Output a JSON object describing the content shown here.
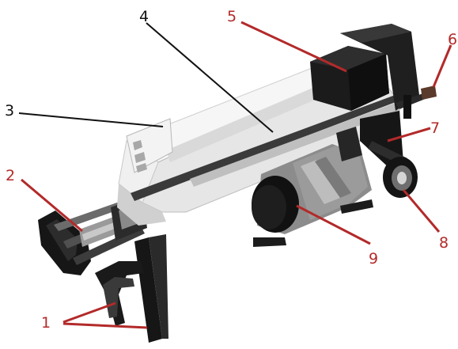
{
  "colors": {
    "red_label": "#b32a2a",
    "black_label": "#111111",
    "body_white": "#eeeeee",
    "machine_dark": "#141414",
    "metal_gray": "#8d8d8d"
  },
  "callouts": [
    {
      "id": "1",
      "label": "1",
      "color": "red"
    },
    {
      "id": "2",
      "label": "2",
      "color": "red"
    },
    {
      "id": "3",
      "label": "3",
      "color": "black"
    },
    {
      "id": "4",
      "label": "4",
      "color": "black"
    },
    {
      "id": "5",
      "label": "5",
      "color": "red"
    },
    {
      "id": "6",
      "label": "6",
      "color": "red"
    },
    {
      "id": "7",
      "label": "7",
      "color": "red"
    },
    {
      "id": "8",
      "label": "8",
      "color": "red"
    },
    {
      "id": "9",
      "label": "9",
      "color": "red"
    }
  ]
}
